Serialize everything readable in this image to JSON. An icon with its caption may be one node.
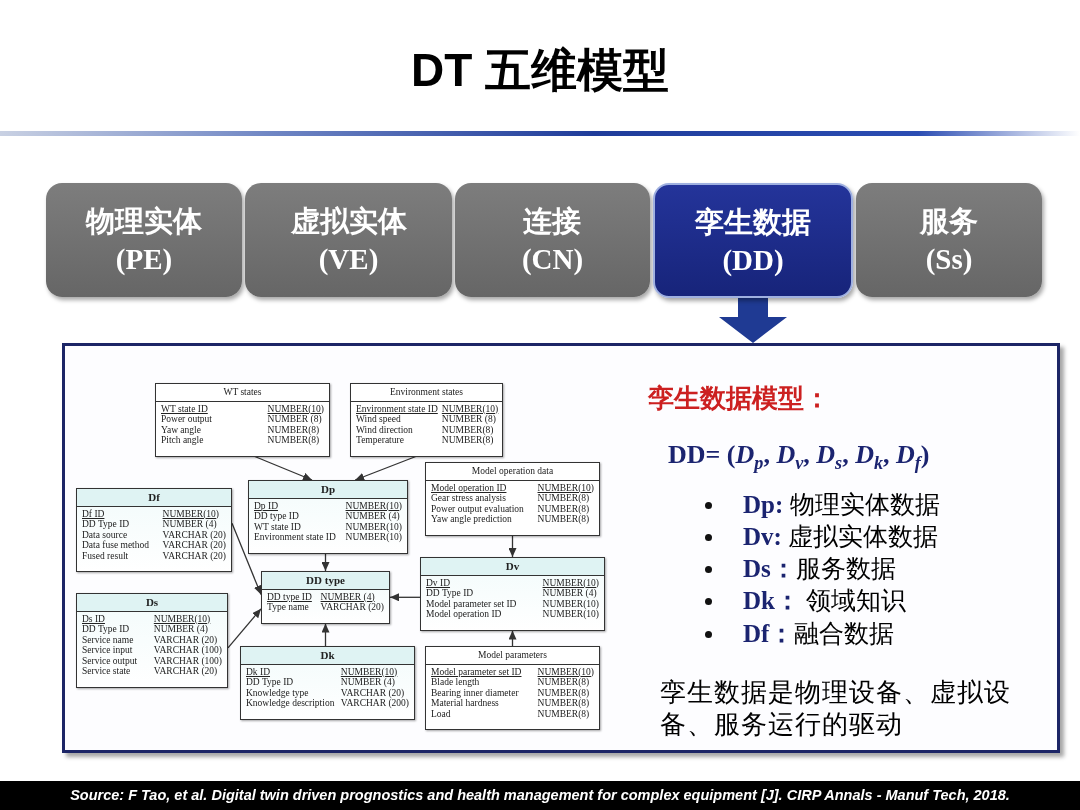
{
  "diagram": {
    "title": "DT 五维模型",
    "caption": "Source: F Tao, et al. Digital twin driven prognostics and health management for complex equipment [J]. CIRP Annals - Manuf Tech, 2018.",
    "nodes": [
      {
        "text": [
          "物理实体 (PE)"
        ]
      },
      {
        "text": [
          "虚拟实体 (VE)"
        ]
      },
      {
        "text": [
          "连接 (CN)"
        ]
      },
      {
        "text": [
          "孪生数据 (DD)"
        ]
      },
      {
        "text": [
          "服务 (Ss)"
        ]
      },
      {
        "text": [
          "孪生数据模型：",
          "DD= (*D*$_{p}$, *D*$_{v}$, *D*$_{s}$, *D*$_{k}$, *D*$_{f}$)",
          "**Dp:** 物理实体数据",
          "**Dv:** 虚拟实体数据",
          "**Ds：**服务数据",
          "**Dk：** 领域知识",
          "**Df：**融合数据",
          "孪生数据是物理设备、虚拟设备、服务运行的驱动"
        ]
      },
      {
        "text": [
          "WT states",
          "WT state ID",
          "NUMBER(10)",
          "Power output",
          "NUMBER (8)",
          "Yaw angle",
          "NUMBER(8)",
          "Pitch angle",
          "NUMBER(8)"
        ],
        "in": 5
      },
      {
        "text": [
          "Environment states",
          "Environment state ID",
          "NUMBER(10)",
          "Wind speed",
          "NUMBER (8)",
          "Wind direction",
          "NUMBER(8)",
          "Temperature",
          "NUMBER(8)"
        ],
        "in": 5
      },
      {
        "text": [
          "Df",
          "Df ID",
          "NUMBER(10)",
          "DD Type ID",
          "NUMBER (4)",
          "Data source",
          "VARCHAR (20)",
          "Data fuse method",
          "VARCHAR (20)",
          "Fused result",
          "VARCHAR (20)"
        ],
        "in": 5
      },
      {
        "text": [
          "Dp",
          "Dp ID",
          "NUMBER(10)",
          "DD type ID",
          "NUMBER (4)",
          "WT state ID",
          "NUMBER(10)",
          "Environment state ID",
          "NUMBER(10)"
        ],
        "in": 5
      },
      {
        "text": [
          "Model operation data",
          "Model operation ID",
          "NUMBER(10)",
          "Gear stress analysis",
          "NUMBER(8)",
          "Power output evaluation",
          "NUMBER(8)",
          "Yaw angle prediction",
          "NUMBER(8)"
        ],
        "in": 5
      },
      {
        "text": [
          "Ds",
          "Ds ID",
          "NUMBER(10)",
          "DD Type ID",
          "NUMBER (4)",
          "Service name",
          "VARCHAR (20)",
          "Service input",
          "VARCHAR (100)",
          "Service output",
          "VARCHAR (100)",
          "Service state",
          "VARCHAR (20)"
        ],
        "in": 5
      },
      {
        "text": [
          "DD type",
          "DD type ID",
          "NUMBER (4)",
          "Type name",
          "VARCHAR (20)"
        ],
        "in": 5
      },
      {
        "text": [
          "Dv",
          "Dv ID",
          "NUMBER(10)",
          "DD Type ID",
          "NUMBER (4)",
          "Model parameter set ID",
          "NUMBER(10)",
          "Model operation ID",
          "NUMBER(10)"
        ],
        "in": 5
      },
      {
        "text": [
          "Dk",
          "Dk ID",
          "NUMBER(10)",
          "DD Type ID",
          "NUMBER (4)",
          "Knowledge type",
          "VARCHAR (20)",
          "Knowledge description",
          "VARCHAR (200)"
        ],
        "in": 5
      },
      {
        "text": [
          "Model parameters",
          "Model parameter set ID",
          "NUMBER(10)",
          "Blade length",
          "NUMBER(8)",
          "Bearing inner diameter",
          "NUMBER(8)",
          "Material hardness",
          "NUMBER(8)",
          "Load",
          "NUMBER(8)"
        ],
        "in": 5
      }
    ],
    "edges": [
      {
        "from": 3,
        "to": 5,
        "arrow": "to",
        "style": "thick",
        "color": "#1f3a93"
      },
      {
        "from": 6,
        "to": 9,
        "arrow": "to"
      },
      {
        "from": 7,
        "to": 9,
        "arrow": "to"
      },
      {
        "from": 9,
        "to": 12,
        "arrow": "to"
      },
      {
        "from": 8,
        "to": 12,
        "arrow": "to"
      },
      {
        "from": 11,
        "to": 12,
        "arrow": "to"
      },
      {
        "from": 14,
        "to": 12,
        "arrow": "to"
      },
      {
        "from": 13,
        "to": 12,
        "arrow": "to"
      },
      {
        "from": 10,
        "to": 13,
        "arrow": "to"
      },
      {
        "from": 15,
        "to": 13,
        "arrow": "to"
      }
    ]
  }
}
